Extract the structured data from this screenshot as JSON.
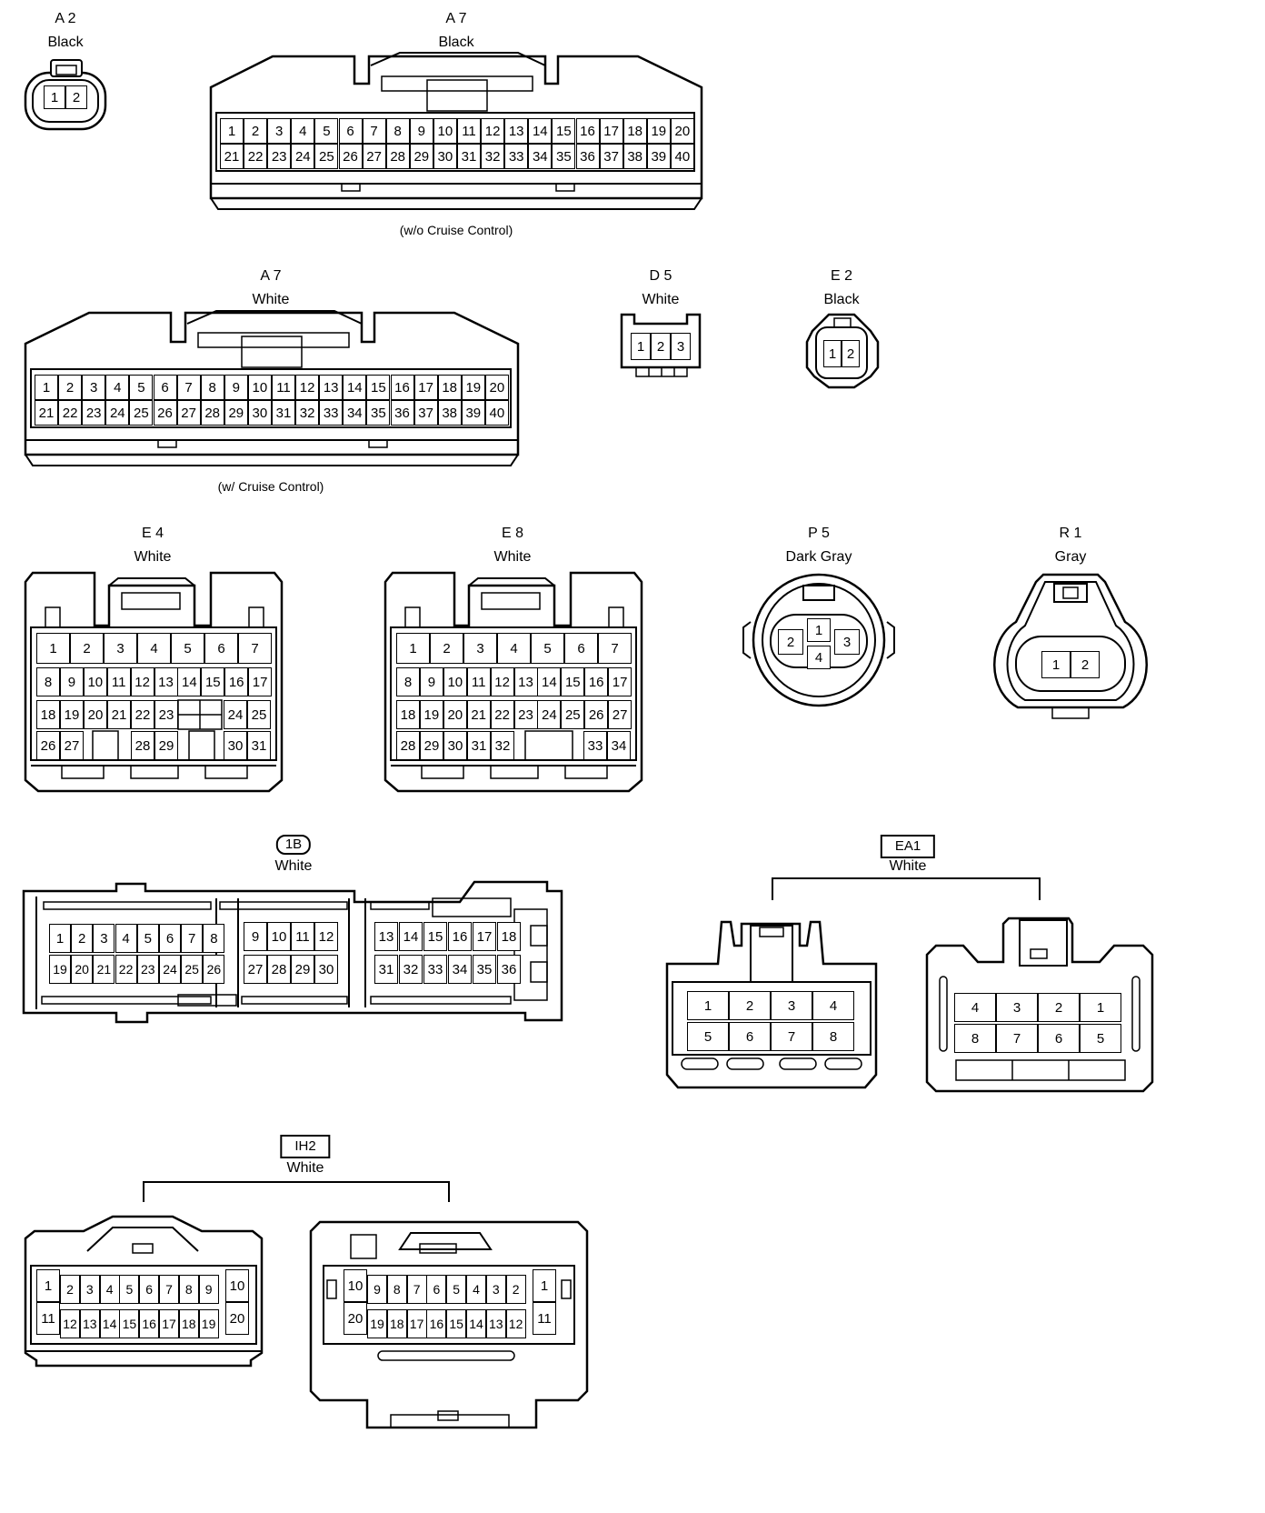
{
  "connectors": {
    "a2": {
      "code": "A 2",
      "color": "Black",
      "pins": [
        "1",
        "2"
      ]
    },
    "a7_black": {
      "code": "A 7",
      "color": "Black",
      "note": "(w/o Cruise Control)",
      "row1": [
        "1",
        "2",
        "3",
        "4",
        "5",
        "6",
        "7",
        "8",
        "9",
        "10",
        "11",
        "12",
        "13",
        "14",
        "15",
        "16",
        "17",
        "18",
        "19",
        "20"
      ],
      "row2": [
        "21",
        "22",
        "23",
        "24",
        "25",
        "26",
        "27",
        "28",
        "29",
        "30",
        "31",
        "32",
        "33",
        "34",
        "35",
        "36",
        "37",
        "38",
        "39",
        "40"
      ]
    },
    "a7_white": {
      "code": "A 7",
      "color": "White",
      "note": "(w/ Cruise Control)",
      "row1": [
        "1",
        "2",
        "3",
        "4",
        "5",
        "6",
        "7",
        "8",
        "9",
        "10",
        "11",
        "12",
        "13",
        "14",
        "15",
        "16",
        "17",
        "18",
        "19",
        "20"
      ],
      "row2": [
        "21",
        "22",
        "23",
        "24",
        "25",
        "26",
        "27",
        "28",
        "29",
        "30",
        "31",
        "32",
        "33",
        "34",
        "35",
        "36",
        "37",
        "38",
        "39",
        "40"
      ]
    },
    "d5": {
      "code": "D 5",
      "color": "White",
      "pins": [
        "1",
        "2",
        "3"
      ]
    },
    "e2": {
      "code": "E 2",
      "color": "Black",
      "pins": [
        "1",
        "2"
      ]
    },
    "e4": {
      "code": "E 4",
      "color": "White",
      "row1": [
        "1",
        "2",
        "3",
        "4",
        "5",
        "6",
        "7"
      ],
      "row2": [
        "8",
        "9",
        "10",
        "11",
        "12",
        "13",
        "14",
        "15",
        "16",
        "17"
      ],
      "row3": [
        "18",
        "19",
        "20",
        "21",
        "22",
        "23",
        "24",
        "25"
      ],
      "row4": [
        "26",
        "27",
        "28",
        "29",
        "30",
        "31"
      ]
    },
    "e8": {
      "code": "E 8",
      "color": "White",
      "row1": [
        "1",
        "2",
        "3",
        "4",
        "5",
        "6",
        "7"
      ],
      "row2": [
        "8",
        "9",
        "10",
        "11",
        "12",
        "13",
        "14",
        "15",
        "16",
        "17"
      ],
      "row3": [
        "18",
        "19",
        "20",
        "21",
        "22",
        "23",
        "24",
        "25",
        "26",
        "27"
      ],
      "row4": [
        "28",
        "29",
        "30",
        "31",
        "32",
        "33",
        "34"
      ]
    },
    "p5": {
      "code": "P 5",
      "color": "Dark Gray",
      "pins": [
        "1",
        "2",
        "3",
        "4"
      ]
    },
    "r1": {
      "code": "R 1",
      "color": "Gray",
      "pins": [
        "1",
        "2"
      ]
    },
    "c1b": {
      "code": "1B",
      "color": "White",
      "g1r1": [
        "1",
        "2",
        "3",
        "4",
        "5",
        "6",
        "7",
        "8"
      ],
      "g1r2": [
        "19",
        "20",
        "21",
        "22",
        "23",
        "24",
        "25",
        "26"
      ],
      "g2r1": [
        "9",
        "10",
        "11",
        "12"
      ],
      "g2r2": [
        "27",
        "28",
        "29",
        "30"
      ],
      "g3r1": [
        "13",
        "14",
        "15",
        "16",
        "17",
        "18"
      ],
      "g3r2": [
        "31",
        "32",
        "33",
        "34",
        "35",
        "36"
      ]
    },
    "ea1": {
      "code": "EA1",
      "color": "White",
      "left_r1": [
        "1",
        "2",
        "3",
        "4"
      ],
      "left_r2": [
        "5",
        "6",
        "7",
        "8"
      ],
      "right_r1": [
        "4",
        "3",
        "2",
        "1"
      ],
      "right_r2": [
        "8",
        "7",
        "6",
        "5"
      ]
    },
    "ih2": {
      "code": "IH2",
      "color": "White",
      "left_r1": [
        "1",
        "2",
        "3",
        "4",
        "5",
        "6",
        "7",
        "8",
        "9",
        "10"
      ],
      "left_r2": [
        "11",
        "12",
        "13",
        "14",
        "15",
        "16",
        "17",
        "18",
        "19",
        "20"
      ],
      "right_r1": [
        "10",
        "9",
        "8",
        "7",
        "6",
        "5",
        "4",
        "3",
        "2",
        "1"
      ],
      "right_r2": [
        "20",
        "19",
        "18",
        "17",
        "16",
        "15",
        "14",
        "13",
        "12",
        "11"
      ]
    }
  }
}
